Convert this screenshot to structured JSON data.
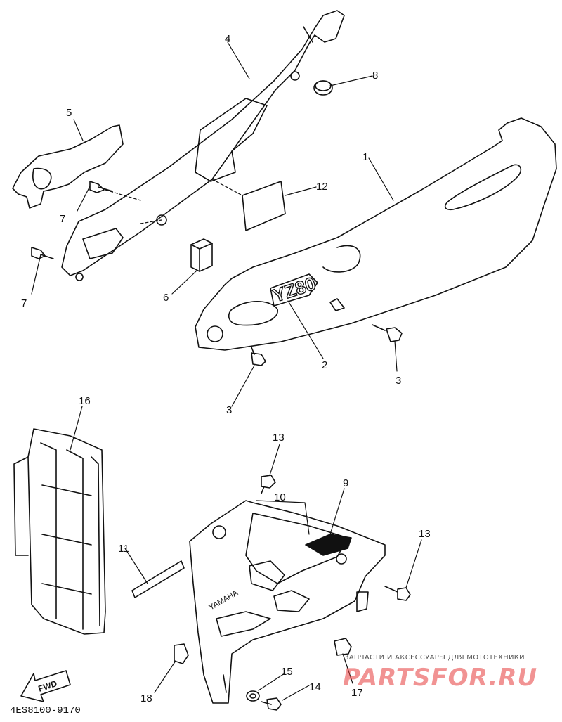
{
  "diagram": {
    "callouts": [
      "1",
      "2",
      "3",
      "4",
      "5",
      "6",
      "7",
      "8",
      "9",
      "10",
      "11",
      "12",
      "13",
      "14",
      "15",
      "16",
      "17",
      "18"
    ],
    "second_3": "3",
    "second_7": "7",
    "second_13": "13",
    "decal_text_side": "YZ80",
    "decal_text_shroud": "YAMAHA",
    "fwd_label": "FWD",
    "catalog_code": "4ES8100-9170"
  },
  "watermark": {
    "tagline": "ЗАПЧАСТИ И АКСЕССУАРЫ ДЛЯ МОТОТЕХНИКИ",
    "logo": "PARTSFOR.RU"
  },
  "colors": {
    "line": "#111111",
    "watermark": "#e73b3b"
  }
}
